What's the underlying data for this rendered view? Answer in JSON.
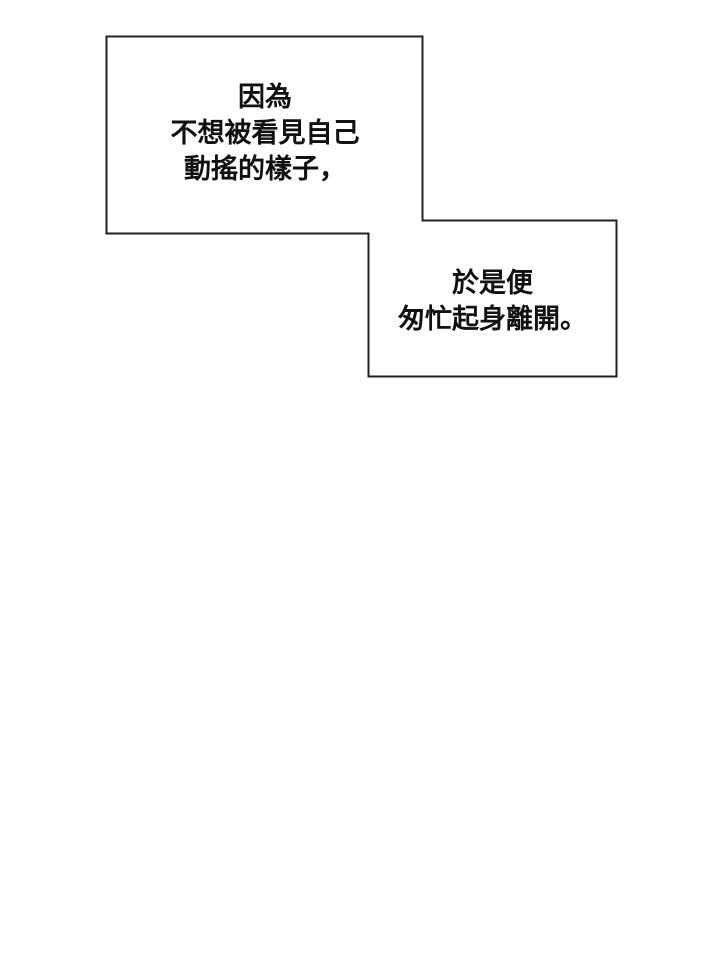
{
  "caption_box_1": {
    "lines": [
      "因為",
      "不想被看見自己",
      "動搖的樣子，"
    ]
  },
  "caption_box_2": {
    "lines": [
      "於是便",
      "匆忙起身離開。"
    ]
  }
}
